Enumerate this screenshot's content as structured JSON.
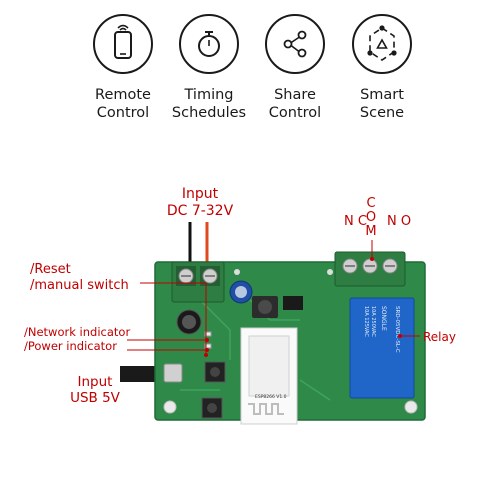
{
  "features": [
    {
      "icon": "smartphone-remote-icon",
      "label": "Remote\nControl"
    },
    {
      "icon": "stopwatch-icon",
      "label": "Timing\nSchedules"
    },
    {
      "icon": "share-icon",
      "label": "Share\nControl"
    },
    {
      "icon": "smart-scene-icon",
      "label": "Smart\nScene"
    }
  ],
  "labels": {
    "input_dc_line1": "Input",
    "input_dc_line2": "DC 7-32V",
    "nc": "N C",
    "com": "COM",
    "no": "N O",
    "reset": "/Reset",
    "manual_switch": "/manual switch",
    "network_indicator": "/Network indicator",
    "power_indicator": "/Power indicator",
    "relay": "Relay",
    "input_usb_line1": "Input",
    "input_usb_line2": "USB 5V"
  },
  "board_markings": {
    "relay_brand": "SONGLE",
    "relay_model": "SRD-05VDC-SL-C",
    "relay_rating1": "10A 250VAC",
    "relay_rating2": "10A 125VAC",
    "module_id": "ESP8266 V1.0"
  },
  "colors": {
    "label_red": "#c00000",
    "pcb_green": "#2f8a4a",
    "terminal_green": "#2e7d43",
    "relay_blue": "#1f66c8",
    "text_dark": "#1a1a1a"
  }
}
